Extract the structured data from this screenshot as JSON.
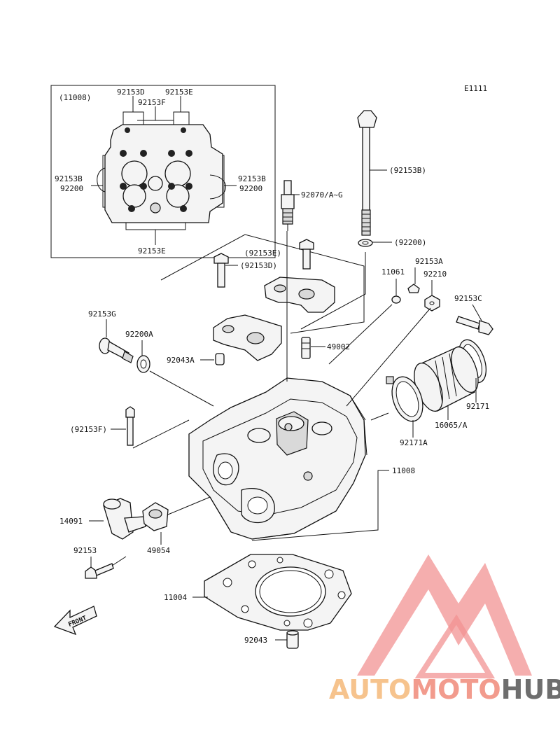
{
  "diagram_code": "E1111",
  "inset": {
    "ref": "(11008)",
    "labels": {
      "top_left": "92153D",
      "top_right": "92153E",
      "top_center": "92153F",
      "left_a": "92153B",
      "left_b": "92200",
      "right_a": "92153B",
      "right_b": "92200",
      "bottom": "92153E"
    }
  },
  "labels": {
    "bolt_long": "(92153B)",
    "spark_plug": "92070/A~G",
    "washer_long": "(92200)",
    "cap_bolt_e": "(92153E)",
    "cap_bolt_d": "(92153D)",
    "part_92153A": "92153A",
    "part_11061": "11061",
    "part_92210": "92210",
    "part_92153C": "92153C",
    "part_92153G": "92153G",
    "part_92200A": "92200A",
    "part_49002": "49002",
    "part_92043A": "92043A",
    "part_92171": "92171",
    "part_16065": "16065/A",
    "part_92171A": "92171A",
    "part_92153F": "(92153F)",
    "part_11008": "11008",
    "part_14091": "14091",
    "part_49054": "49054",
    "part_92153": "92153",
    "part_11004": "11004",
    "part_92043": "92043",
    "front_arrow": "FRONT"
  },
  "watermark": {
    "word_a": "AUTO",
    "word_b": "MOTO",
    "word_c": "HUB",
    "color_a": "#f5b97a",
    "color_b": "#f08a7a",
    "color_c": "#555555",
    "logo_color": "#f08080"
  }
}
